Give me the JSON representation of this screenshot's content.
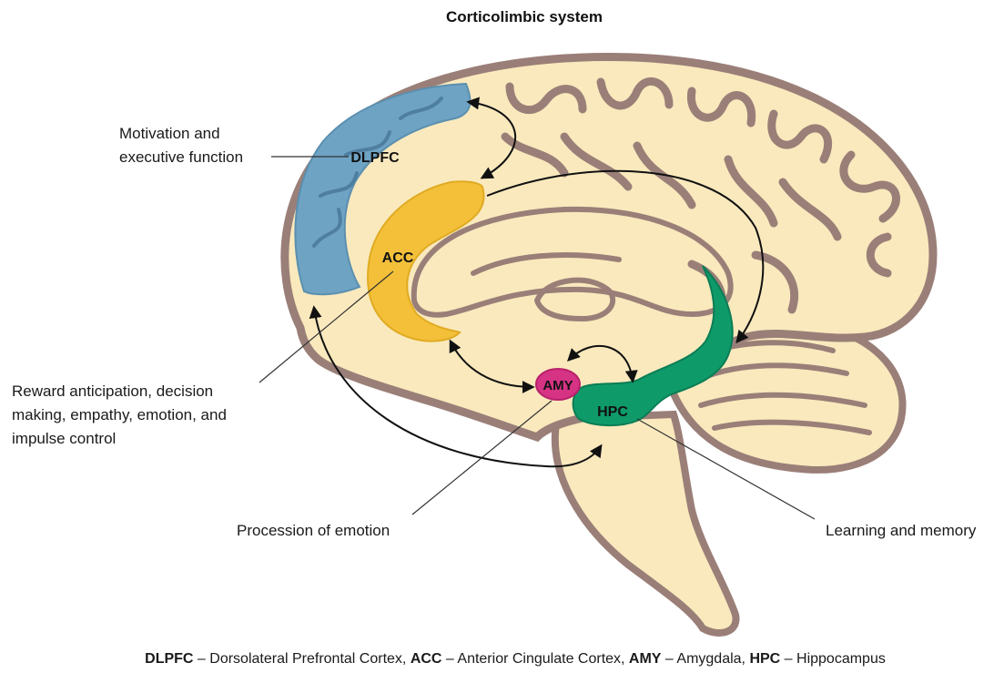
{
  "title": "Corticolimbic system",
  "regions": {
    "dlpfc": "DLPFC",
    "acc": "ACC",
    "amy": "AMY",
    "hpc": "HPC"
  },
  "annotations": {
    "dlpfc_line1": "Motivation and",
    "dlpfc_line2": "executive function",
    "acc_line1": "Reward anticipation, decision",
    "acc_line2": "making, empathy, emotion, and",
    "acc_line3": "impulse control",
    "amy": "Procession of emotion",
    "hpc": "Learning and memory"
  },
  "legend": {
    "dlpfc_abbr": "DLPFC",
    "dlpfc_full": " – Dorsolateral Prefrontal Cortex, ",
    "acc_abbr": "ACC",
    "acc_full": " – Anterior Cingulate Cortex, ",
    "amy_abbr": "AMY",
    "amy_full": " – Amygdala, ",
    "hpc_abbr": "HPC",
    "hpc_full": " – Hippocampus"
  },
  "colors": {
    "brain_fill": "#f9e9bd",
    "brain_outline": "#9a7f78",
    "dlpfc": "#6fa3c4",
    "acc": "#f4c03a",
    "amy": "#d63384",
    "hpc": "#0f9a6a"
  }
}
